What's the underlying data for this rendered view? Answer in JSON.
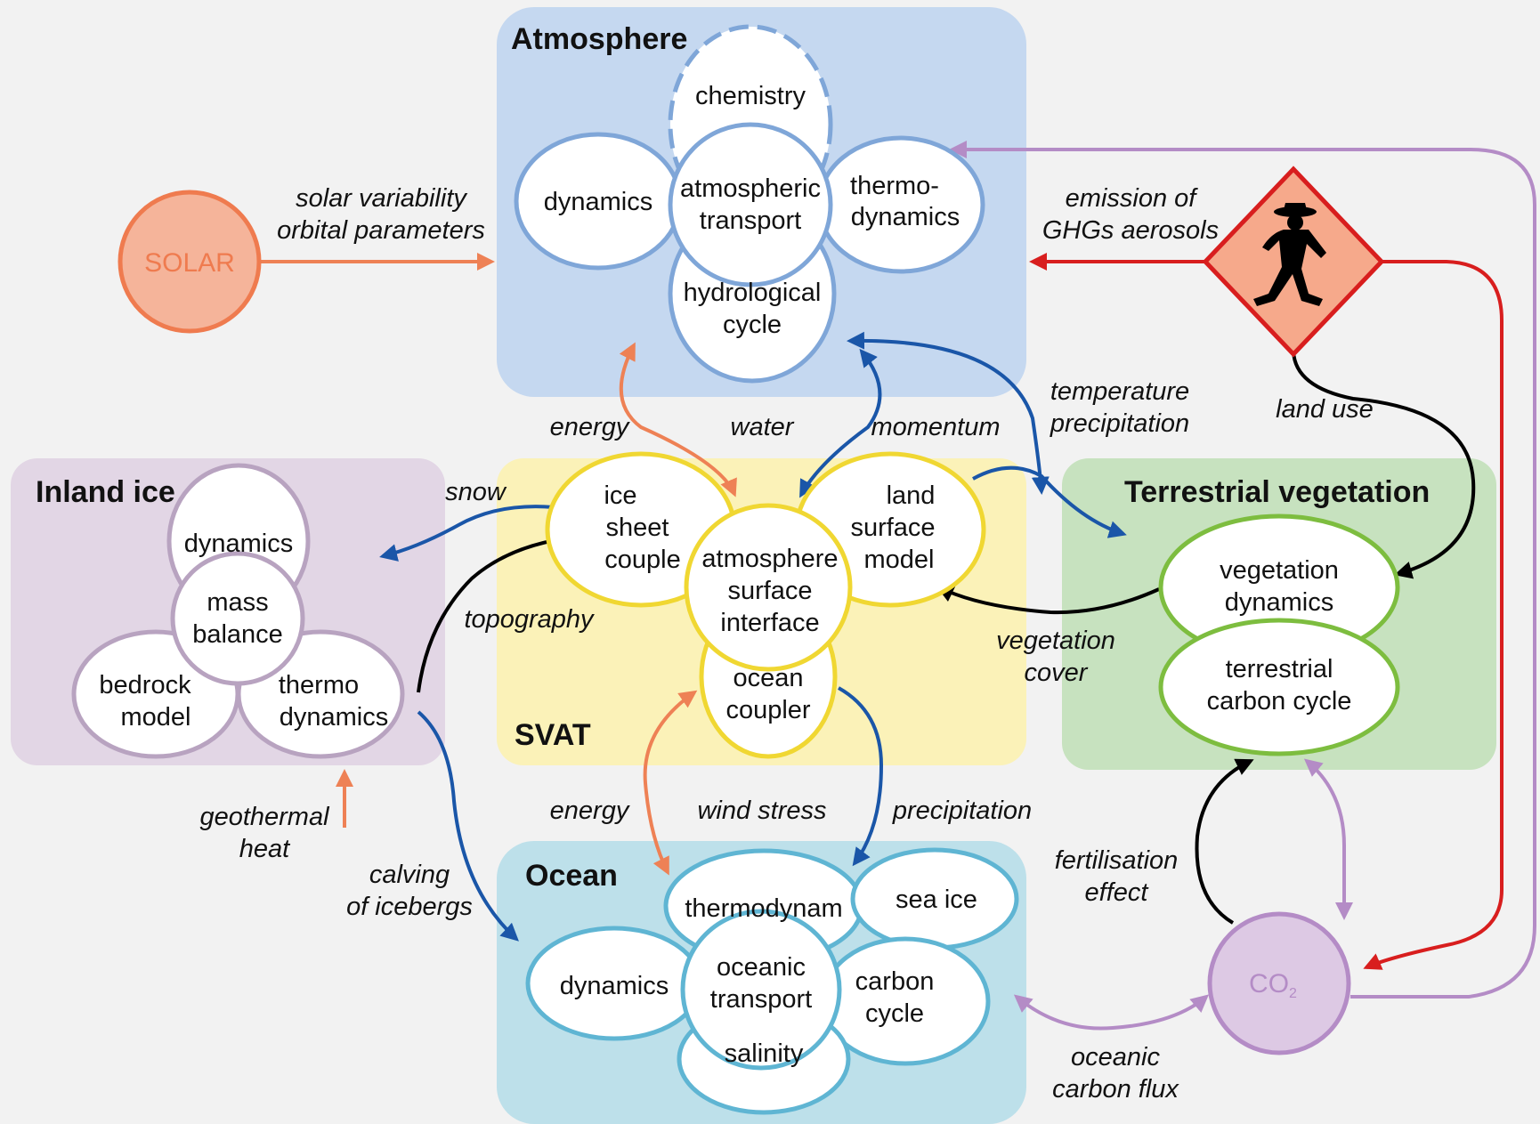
{
  "colors": {
    "background": "#f2f2f2",
    "atmosphere_box": "#c5d8f0",
    "atmosphere_stroke": "#7fa6d8",
    "svat_box": "#fbf2b8",
    "svat_stroke": "#f0d732",
    "inland_box": "#e2d6e5",
    "inland_stroke": "#b8a3c0",
    "terrestrial_box": "#c7e2bf",
    "terrestrial_stroke": "#7dbd3f",
    "ocean_box": "#bde0ea",
    "ocean_stroke": "#5fb5d3",
    "solar_fill": "#f5b49a",
    "solar_stroke": "#ef7b4f",
    "co2_fill": "#ddc9e4",
    "co2_stroke": "#b48cc6",
    "arrow_orange": "#ee8155",
    "arrow_blue": "#1a56a8",
    "arrow_black": "#000000",
    "arrow_red": "#d81e1e",
    "arrow_purple": "#b48cc6",
    "human_fill": "#f6a98b"
  },
  "external": {
    "solar": "SOLAR",
    "co2": "CO",
    "co2_subscript": "2",
    "human_icon": "walking-man-icon"
  },
  "atmosphere": {
    "title": "Atmosphere",
    "chemistry": "chemistry",
    "dynamics": "dynamics",
    "transport_l1": "atmospheric",
    "transport_l2": "transport",
    "thermo_l1": "thermo-",
    "thermo_l2": "dynamics",
    "hydro_l1": "hydrological",
    "hydro_l2": "cycle"
  },
  "svat": {
    "title": "SVAT",
    "ice_l1": "ice",
    "ice_l2": "sheet",
    "ice_l3": "couple",
    "land_l1": "land",
    "land_l2": "surface",
    "land_l3": "model",
    "center_l1": "atmosphere",
    "center_l2": "surface",
    "center_l3": "interface",
    "ocean_l1": "ocean",
    "ocean_l2": "coupler"
  },
  "inland_ice": {
    "title": "Inland ice",
    "dynamics": "dynamics",
    "mass_l1": "mass",
    "mass_l2": "balance",
    "bedrock_l1": "bedrock",
    "bedrock_l2": "model",
    "thermo_l1": "thermo",
    "thermo_l2": "dynamics"
  },
  "terrestrial": {
    "title": "Terrestrial vegetation",
    "veg_l1": "vegetation",
    "veg_l2": "dynamics",
    "carbon_l1": "terrestrial",
    "carbon_l2": "carbon cycle"
  },
  "ocean": {
    "title": "Ocean",
    "thermo": "thermodynam",
    "seaice": "sea ice",
    "dynamics": "dynamics",
    "transport_l1": "oceanic",
    "transport_l2": "transport",
    "carbon_l1": "carbon",
    "carbon_l2": "cycle",
    "salinity": "salinity"
  },
  "labels": {
    "solar_l1": "solar variability",
    "solar_l2": "orbital parameters",
    "emission_l1": "emission of",
    "emission_l2": "GHGs aerosols",
    "land_use": "land use",
    "energy_top": "energy",
    "water": "water",
    "momentum": "momentum",
    "temp_l1": "temperature",
    "temp_l2": "precipitation",
    "snow": "snow",
    "topography": "topography",
    "veg_cover_l1": "vegetation",
    "veg_cover_l2": "cover",
    "geo_l1": "geothermal",
    "geo_l2": "heat",
    "calving_l1": "calving",
    "calving_l2": "of icebergs",
    "energy_bottom": "energy",
    "wind_stress": "wind stress",
    "precipitation": "precipitation",
    "fert_l1": "fertilisation",
    "fert_l2": "effect",
    "ocean_flux_l1": "oceanic",
    "ocean_flux_l2": "carbon flux"
  }
}
